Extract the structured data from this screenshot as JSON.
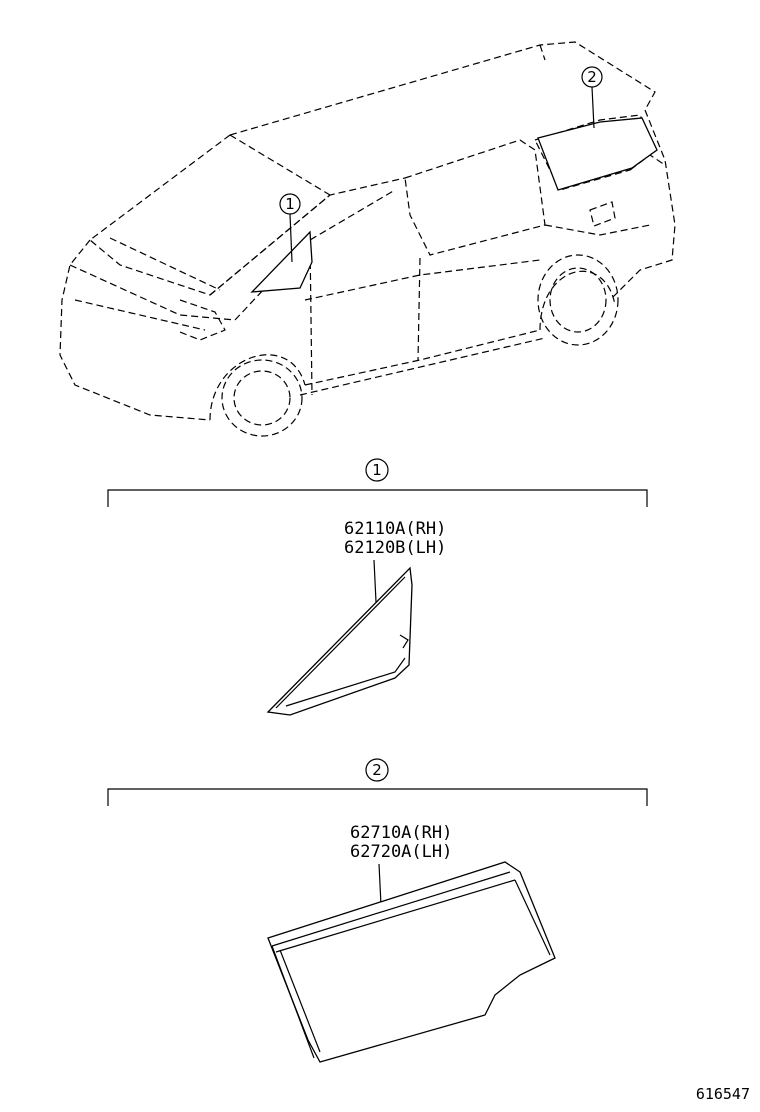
{
  "callouts": [
    {
      "number": "1",
      "part_numbers": [
        "62110A(RH)",
        "62120B(LH)"
      ]
    },
    {
      "number": "2",
      "part_numbers": [
        "62710A(RH)",
        "62720A(LH)"
      ]
    }
  ],
  "figure_id": "616547"
}
